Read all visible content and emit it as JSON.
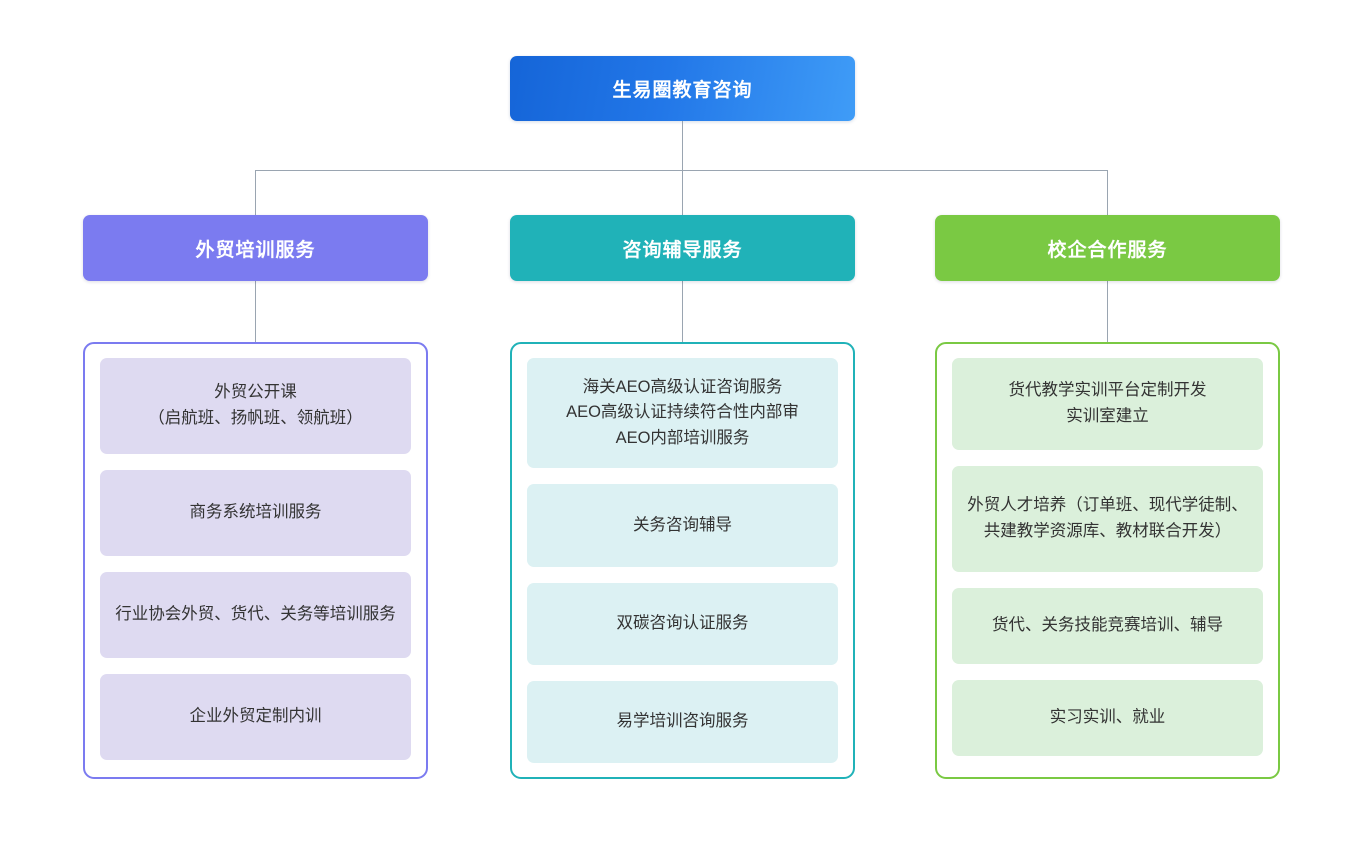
{
  "diagram": {
    "type": "organization-chart",
    "orientation": "top-down",
    "levels": 3,
    "connector_color": "#9aa5b1",
    "background": "#ffffff"
  },
  "root": {
    "label": "生易圈教育咨询",
    "color_start": "#1565d8",
    "color_end": "#3f9cf7",
    "text_color": "#ffffff"
  },
  "branches": [
    {
      "id": "foreign-trade-training",
      "label": "外贸培训服务",
      "header_color": "#7b7bf0",
      "border_color": "#7b7bf0",
      "item_fill": "#dedaf1",
      "items": [
        {
          "label": "外贸公开课\n（启航班、扬帆班、领航班）"
        },
        {
          "label": "商务系统培训服务"
        },
        {
          "label": "行业协会外贸、货代、关务等培训服务"
        },
        {
          "label": "企业外贸定制内训"
        }
      ]
    },
    {
      "id": "consulting-tutoring",
      "label": "咨询辅导服务",
      "header_color": "#20b2b8",
      "border_color": "#20b2b8",
      "item_fill": "#dcf1f3",
      "items": [
        {
          "label": "海关AEO高级认证咨询服务\nAEO高级认证持续符合性内部审\nAEO内部培训服务"
        },
        {
          "label": "关务咨询辅导"
        },
        {
          "label": "双碳咨询认证服务"
        },
        {
          "label": "易学培训咨询服务"
        }
      ]
    },
    {
      "id": "school-enterprise-cooperation",
      "label": "校企合作服务",
      "header_color": "#7ac943",
      "border_color": "#7ac943",
      "item_fill": "#dbf0db",
      "items": [
        {
          "label": "货代教学实训平台定制开发\n实训室建立"
        },
        {
          "label": "外贸人才培养（订单班、现代学徒制、共建教学资源库、教材联合开发）"
        },
        {
          "label": "货代、关务技能竞赛培训、辅导"
        },
        {
          "label": "实习实训、就业"
        }
      ]
    }
  ]
}
